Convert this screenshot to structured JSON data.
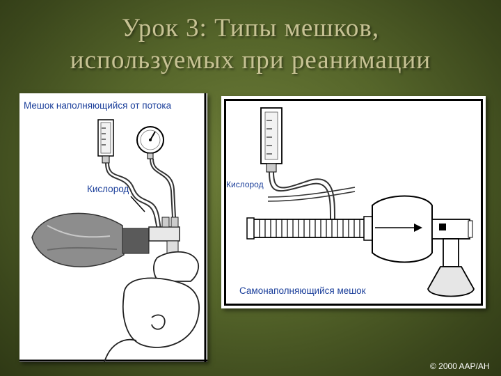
{
  "title": {
    "line1": "Урок 3: Типы мешков,",
    "line2": "используемых при реанимации"
  },
  "left_figure": {
    "caption": "Мешок наполняющийся от потока",
    "oxygen_label": "Кислород"
  },
  "right_figure": {
    "oxygen_label": "Кислород",
    "caption": "Самонаполняющийся мешок"
  },
  "footer": {
    "copyright": "© 2000 AAP/AH"
  },
  "colors": {
    "label_blue": "#1a3e9a",
    "title_text": "#c7c294",
    "background": "#55652a"
  }
}
